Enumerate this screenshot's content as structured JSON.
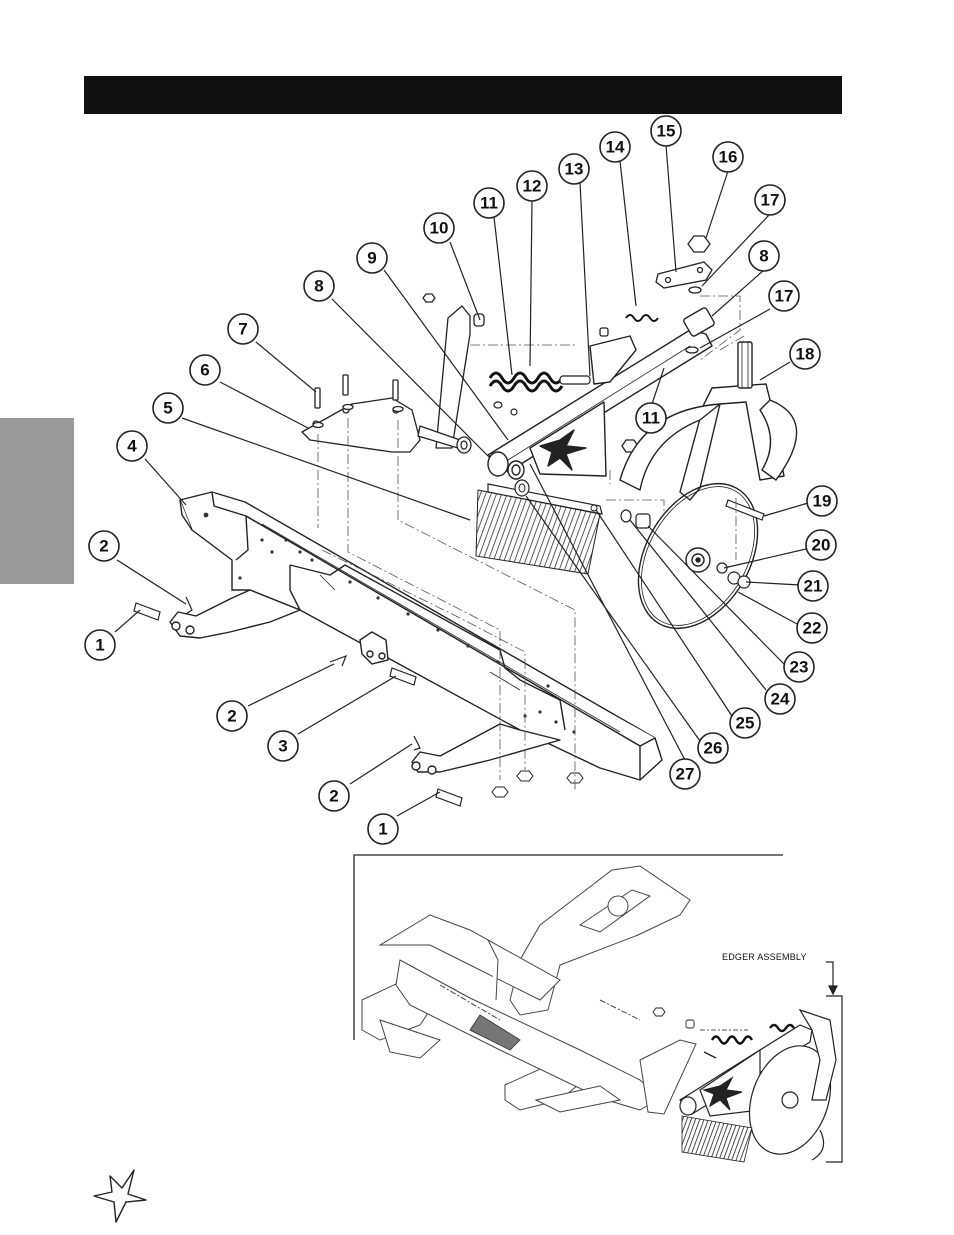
{
  "callouts": [
    {
      "id": "c1a",
      "label": "1"
    },
    {
      "id": "c2a",
      "label": "2"
    },
    {
      "id": "c4",
      "label": "4"
    },
    {
      "id": "c5",
      "label": "5"
    },
    {
      "id": "c6",
      "label": "6"
    },
    {
      "id": "c7",
      "label": "7"
    },
    {
      "id": "c8a",
      "label": "8"
    },
    {
      "id": "c9",
      "label": "9"
    },
    {
      "id": "c10",
      "label": "10"
    },
    {
      "id": "c11a",
      "label": "11"
    },
    {
      "id": "c12",
      "label": "12"
    },
    {
      "id": "c13",
      "label": "13"
    },
    {
      "id": "c14",
      "label": "14"
    },
    {
      "id": "c15",
      "label": "15"
    },
    {
      "id": "c16",
      "label": "16"
    },
    {
      "id": "c17a",
      "label": "17"
    },
    {
      "id": "c8b",
      "label": "8"
    },
    {
      "id": "c17b",
      "label": "17"
    },
    {
      "id": "c18",
      "label": "18"
    },
    {
      "id": "c11b",
      "label": "11"
    },
    {
      "id": "c19",
      "label": "19"
    },
    {
      "id": "c20",
      "label": "20"
    },
    {
      "id": "c21",
      "label": "21"
    },
    {
      "id": "c22",
      "label": "22"
    },
    {
      "id": "c23",
      "label": "23"
    },
    {
      "id": "c24",
      "label": "24"
    },
    {
      "id": "c25",
      "label": "25"
    },
    {
      "id": "c26",
      "label": "26"
    },
    {
      "id": "c27",
      "label": "27"
    },
    {
      "id": "c2b",
      "label": "2"
    },
    {
      "id": "c3",
      "label": "3"
    },
    {
      "id": "c2c",
      "label": "2"
    },
    {
      "id": "c1b",
      "label": "1"
    }
  ],
  "inset": {
    "label": "EDGER ASSEMBLY"
  },
  "colors": {
    "header_bar": "#111111",
    "side_tab": "#9a9a9a",
    "line": "#222222"
  },
  "icons": {
    "brand_logo": "star-burst-logo"
  }
}
